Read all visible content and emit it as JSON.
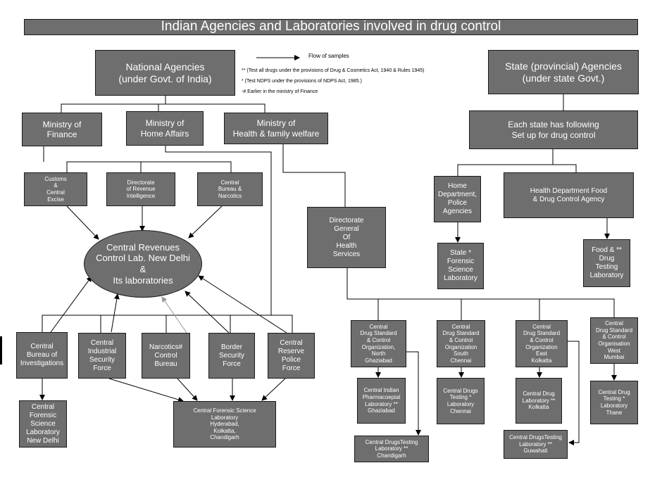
{
  "title": "Indian Agencies and Laboratories involved in drug control",
  "legend": {
    "flow_label": "Flow of samples",
    "notes": [
      "** (Test all drugs under the provisions of Drug & Cosmetics Act, 1940 & Rules 1945)",
      "* (Test NDPS under the provisions of NDPS Act, 1985.)",
      "-# Earlier in the ministry of Finance"
    ]
  },
  "national": "National Agencies\n(under Govt. of India)",
  "state": "State (provincial) Agencies\n(under state Govt.)",
  "ministries": {
    "finance": "Ministry of\nFinance",
    "home": "Ministry of\nHome Affairs",
    "health": "Ministry of\nHealth & family welfare"
  },
  "finance_agencies": {
    "customs": "Customs\n&\nCentral\nExcise",
    "dri": "Directorate\nof Revenue\nIntelligence",
    "cbn": "Central\nBureau &\nNarcotics"
  },
  "crcl": "Central Revenues\nControl Lab. New Delhi\n&\nIts laboratories",
  "home_agencies": {
    "cbi": "Central\nBureau of\nInvestigations",
    "cisf": "Central\nIndustrial\nSecurity\nForce",
    "ncb": "Narcotics#\nControl\nBureau",
    "bsf": "Border\nSecurity\nForce",
    "crpf": "Central\nReserve\nPolice\nForce"
  },
  "cfsl_delhi": "Central\nForensic\nScience\nLaboratory\nNew Delhi",
  "cfsl_others": "Central Forensic Science\nLaboratory\nHyderabad,\nKolkatta,\nChandigarh",
  "dghs": "Directorate\nGeneral\nOf\nHealth\nServices",
  "state_setup": "Each state has following\nSet up for drug control",
  "home_dept": "Home\nDepartment,\nPolice\nAgencies",
  "health_dept": "Health  Department Food\n& Drug Control Agency",
  "state_fsl": "State *\nForensic\nScience\nLaboratory",
  "food_drug_lab": "Food & **\nDrug\nTesting\nLaboratory",
  "cdsco": {
    "north": "Central\nDrug Standard\n& Control\nOrganization,\nNorth\nGhaziabad",
    "south": "Central\nDrug Standard\n& Control\nOrganization\nSouth\nChennai",
    "east": "Central\nDrug Standard\n& Control\nOrganization\nEast\nKolkatta",
    "west": "Central\nDrug Standard\n& Control\nOrganisation\nWest\nMumbai"
  },
  "labs": {
    "cipl": "Central Indian\nPharmacoepial\nLaboratory **\nGhaziabad",
    "cdtl_chandigarh": "Central DrugsTesting\nLaboratory **\nChandigarh",
    "cdtl_chennai": "Central Drugs\nTesting *\nLaboratory\nChennai",
    "cdl_kolkatta": "Central Drug\nLaboratory **\nKolkatta",
    "cdtl_guwahati": "Central DrugsTesting\nLaboratory **\nGuwahati",
    "cdtl_thane": "Central Drug\nTesting *\nLaboratory\nThane"
  }
}
